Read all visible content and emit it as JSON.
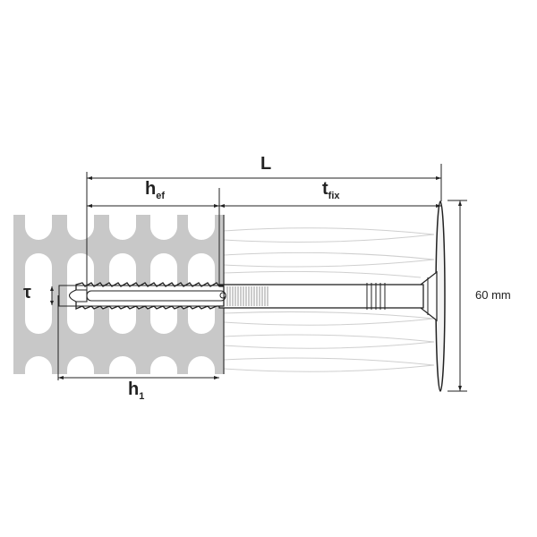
{
  "labels": {
    "L": "L",
    "hef_main": "h",
    "hef_sub": "ef",
    "tfix_main": "t",
    "tfix_sub": "fix",
    "h1_main": "h",
    "h1_sub": "1",
    "diameter_symbol": "τ",
    "plate_diameter": "60 mm"
  },
  "colors": {
    "masonry": "#c8c8c8",
    "line": "#222222",
    "insulation": "#cfcfcf"
  }
}
